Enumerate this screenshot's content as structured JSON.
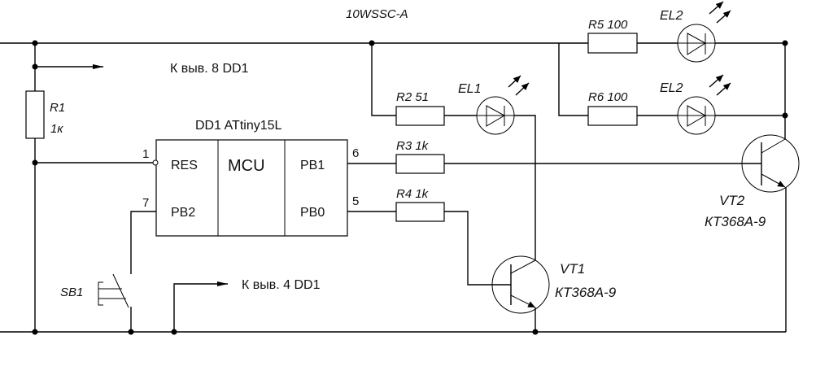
{
  "diagram": {
    "title_label": "10WSSC-A",
    "ic": {
      "label": "DD1 ATtiny15L",
      "center_label": "MCU",
      "pins_left": [
        {
          "num": "1",
          "name": "RES"
        },
        {
          "num": "7",
          "name": "PB2"
        }
      ],
      "pins_right": [
        {
          "num": "6",
          "name": "PB1"
        },
        {
          "num": "5",
          "name": "PB0"
        }
      ]
    },
    "resistors": {
      "r1": {
        "name": "R1",
        "value": "1к"
      },
      "r2": {
        "label": "R2 51"
      },
      "r3": {
        "label": "R3  1k"
      },
      "r4": {
        "label": "R4  1k"
      },
      "r5": {
        "label": "R5 100"
      },
      "r6": {
        "label": "R6 100"
      }
    },
    "leds": {
      "el1": "EL1",
      "el2a": "EL2",
      "el2b": "EL2"
    },
    "transistors": {
      "vt1": {
        "name": "VT1",
        "type": "КТ368А-9"
      },
      "vt2": {
        "name": "VT2",
        "type": "КТ368А-9"
      }
    },
    "switch": {
      "name": "SB1"
    },
    "connections": {
      "to_pin8": "К выв. 8 DD1",
      "to_pin4": "К выв. 4 DD1"
    }
  }
}
